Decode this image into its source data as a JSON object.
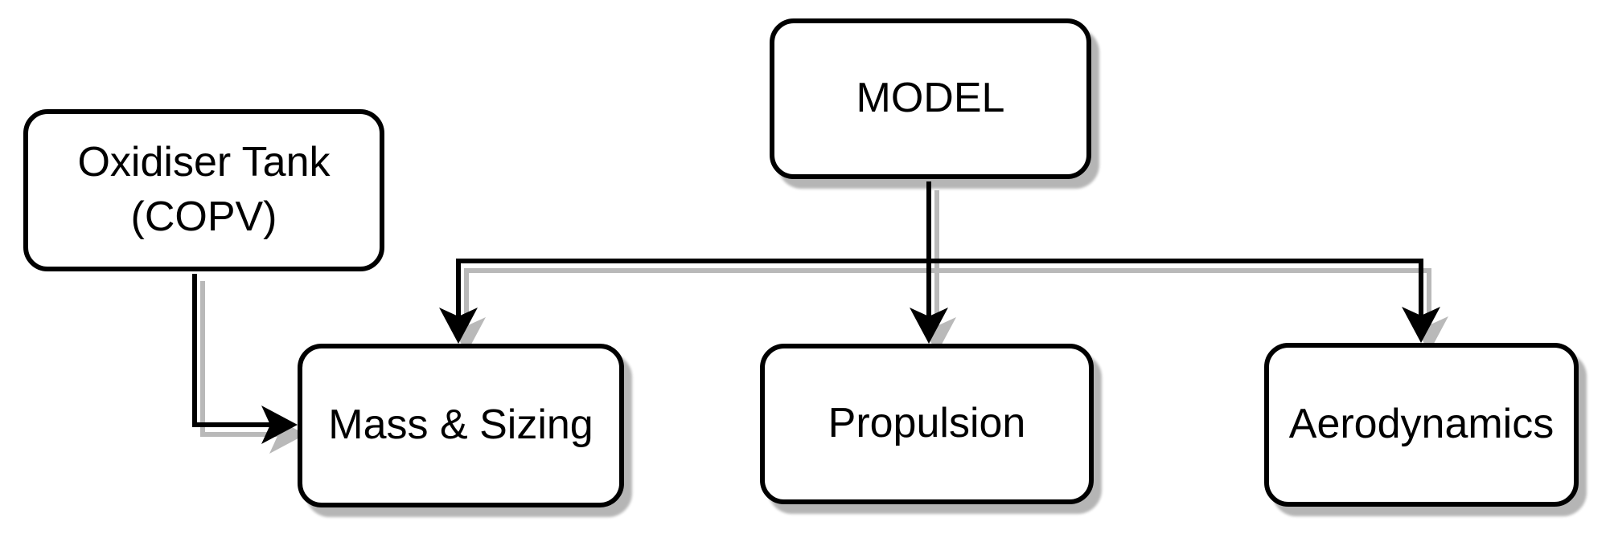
{
  "diagram": {
    "nodes": {
      "model": {
        "label": "MODEL"
      },
      "oxidiser_tank": {
        "lines": [
          "Oxidiser Tank",
          "(COPV)"
        ]
      },
      "mass_sizing": {
        "label": "Mass & Sizing"
      },
      "propulsion": {
        "label": "Propulsion"
      },
      "aerodynamics": {
        "label": "Aerodynamics"
      }
    },
    "edges": [
      {
        "from": "MODEL",
        "to": "Mass & Sizing"
      },
      {
        "from": "MODEL",
        "to": "Propulsion"
      },
      {
        "from": "MODEL",
        "to": "Aerodynamics"
      },
      {
        "from": "Oxidiser Tank (COPV)",
        "to": "Mass & Sizing"
      }
    ],
    "colors": {
      "background": "#ffffff",
      "node_fill": "#ffffff",
      "node_stroke": "#000000",
      "text": "#000000",
      "shadow": "#b9b9b9"
    }
  }
}
